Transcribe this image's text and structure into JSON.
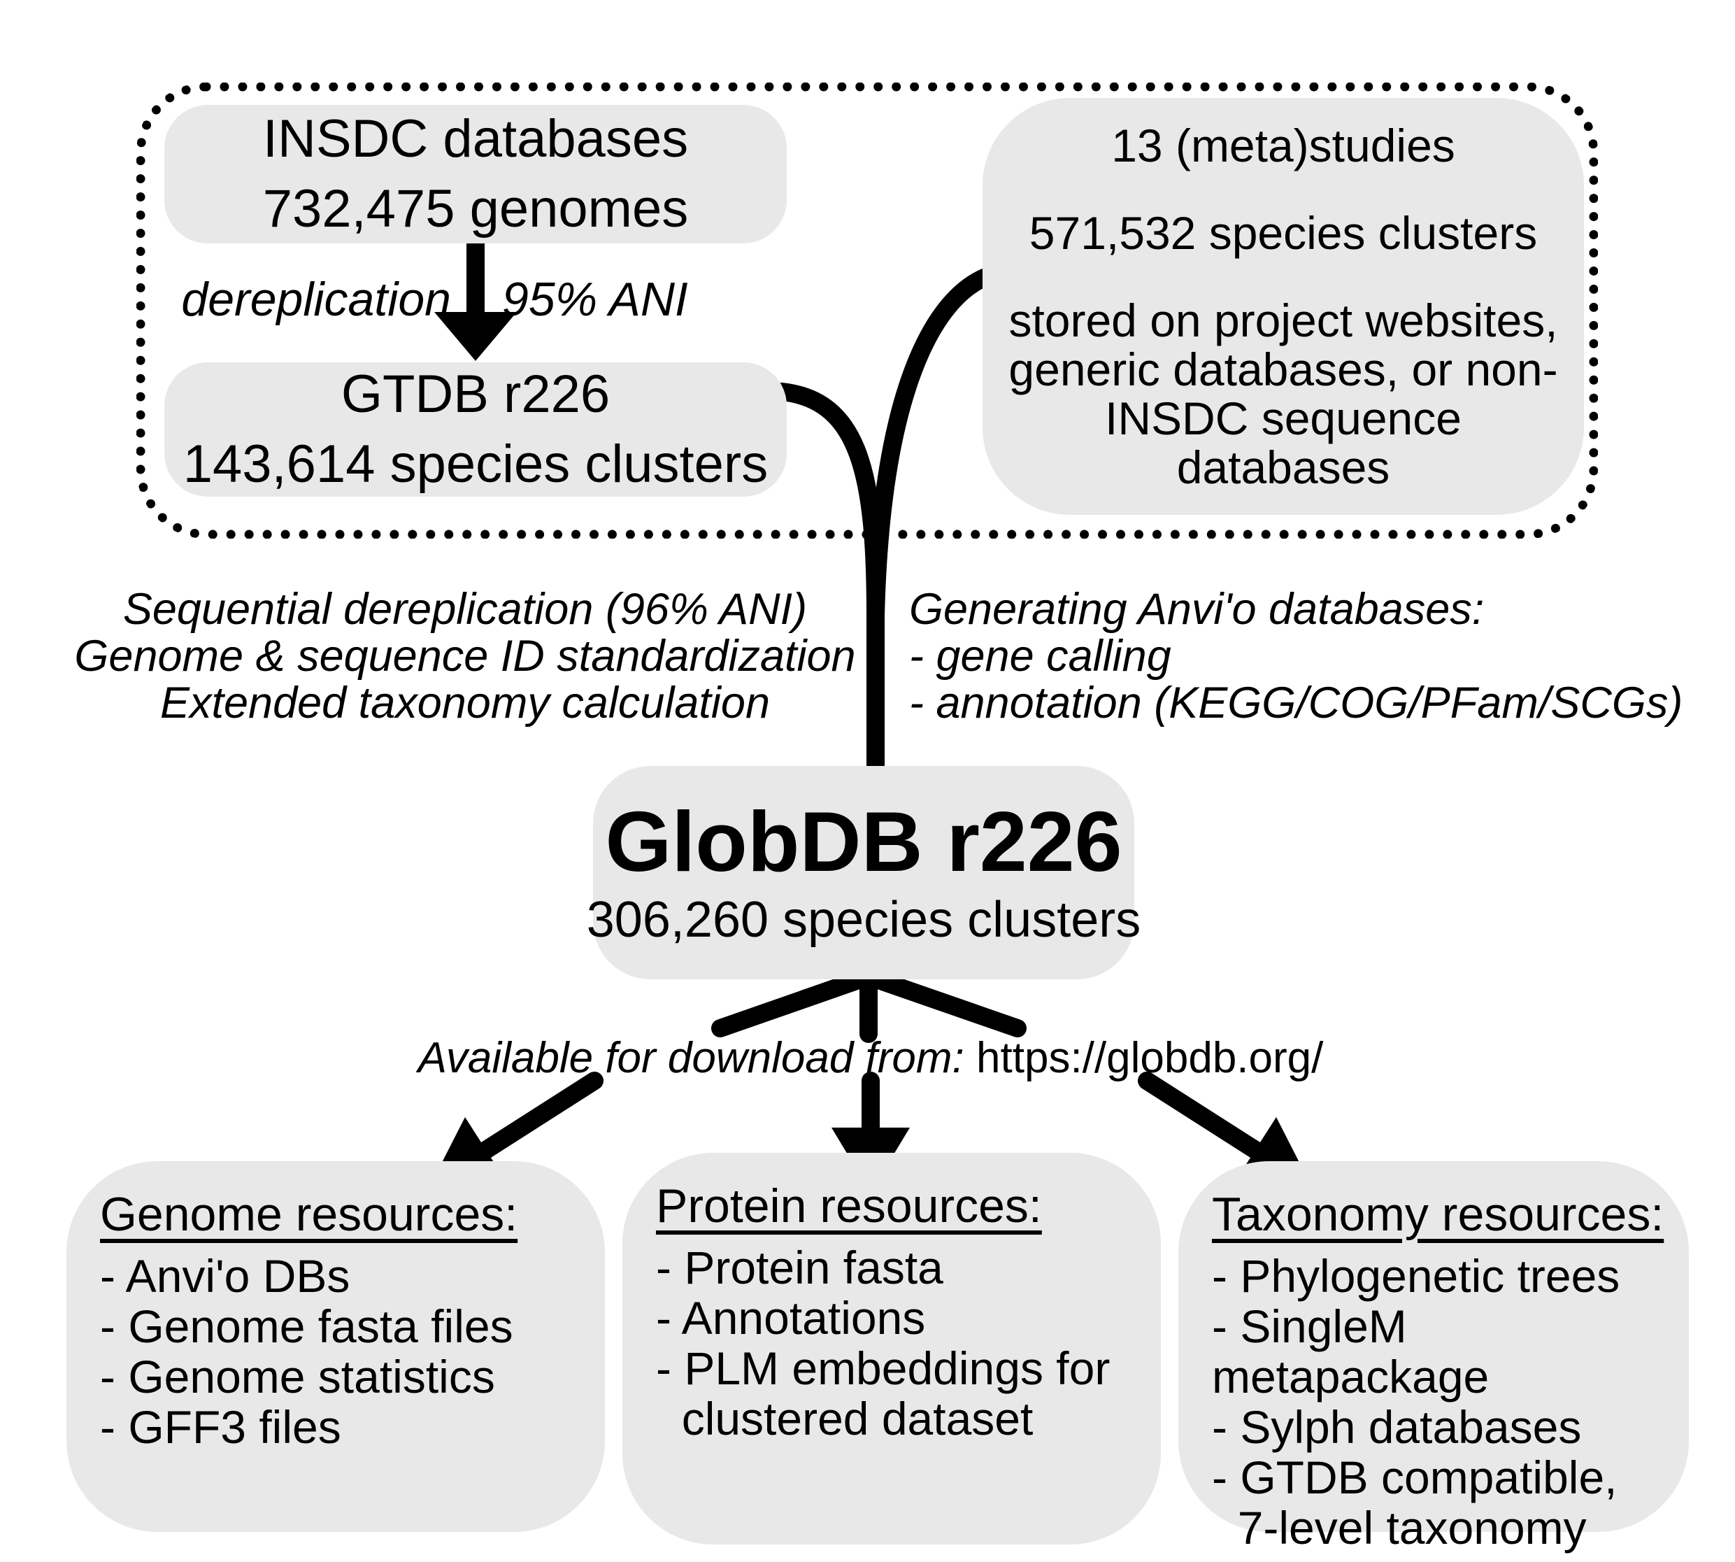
{
  "colors": {
    "box_fill": "#e9e8e8",
    "ink": "#000000",
    "bg": "#ffffff"
  },
  "pipeline": {
    "insdc_box": {
      "line1": "INSDC databases",
      "line2": "732,475 genomes"
    },
    "dereplication_arrow": {
      "left_label": "dereplication",
      "right_label": "95% ANI"
    },
    "gtdb_box": {
      "line1": "GTDB r226",
      "line2": "143,614 species clusters"
    },
    "studies_box": {
      "line1": "13 (meta)studies",
      "line2": "571,532 species clusters",
      "line3": "stored on project websites,\ngeneric databases, or non-\nINSDC sequence databases"
    },
    "left_process_note": "Sequential dereplication (96% ANI)\nGenome & sequence ID standardization\nExtended taxonomy calculation",
    "right_process_note": "Generating Anvi'o databases:\n- gene calling\n- annotation (KEGG/COG/PFam/SCGs)",
    "globdb_box": {
      "title": "GlobDB r226",
      "subtitle": "306,260 species clusters"
    },
    "download_note": {
      "prefix": "Available for download from:",
      "url": "https://globdb.org/"
    }
  },
  "resources": [
    {
      "heading": "Genome resources:",
      "items": [
        "- Anvi'o DBs",
        "- Genome fasta files",
        "- Genome statistics",
        "- GFF3 files"
      ]
    },
    {
      "heading": "Protein resources:",
      "items": [
        "- Protein fasta",
        "- Annotations",
        "- PLM embeddings for\n  clustered dataset"
      ]
    },
    {
      "heading": "Taxonomy resources:",
      "items": [
        "- Phylogenetic trees",
        "- SingleM metapackage",
        "- Sylph databases",
        "- GTDB compatible,\n  7-level taxonomy"
      ]
    }
  ]
}
